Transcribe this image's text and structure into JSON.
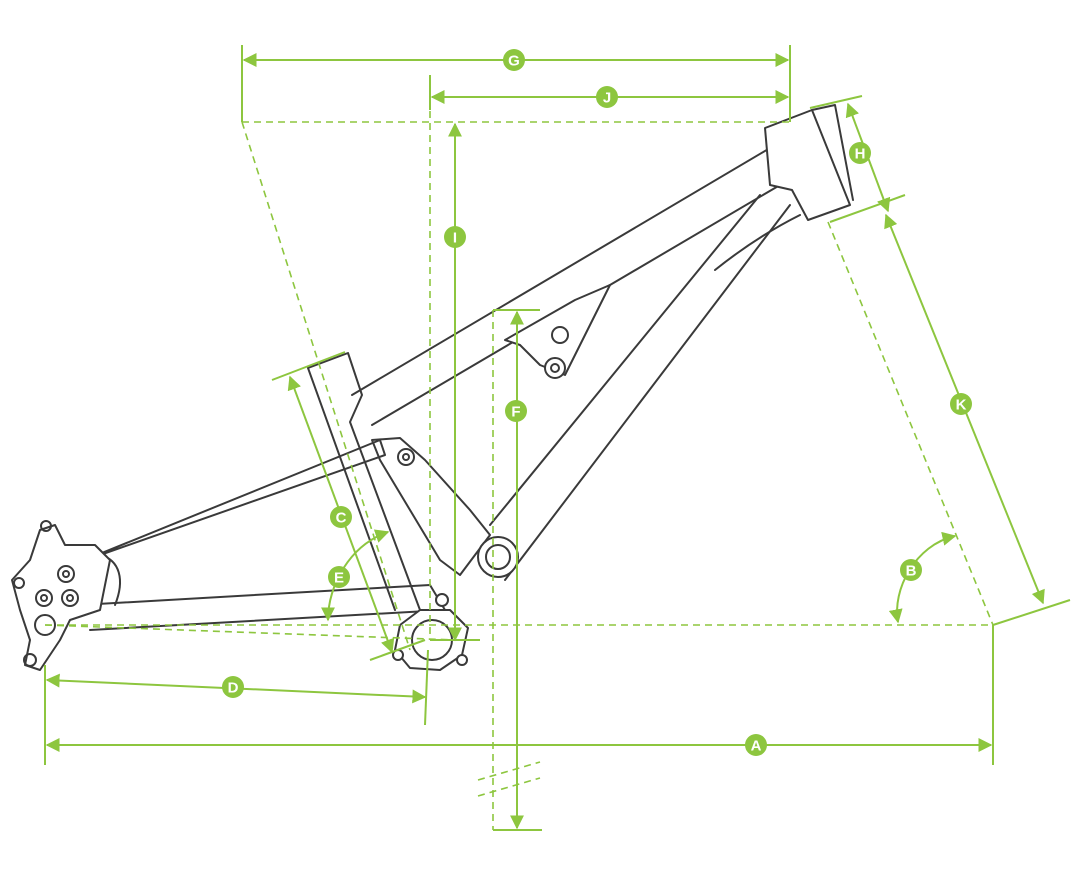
{
  "colors": {
    "dimension": "#8dc63f",
    "frame": "#3a3a3a",
    "background": "#ffffff"
  },
  "labels": {
    "a": "A",
    "b": "B",
    "c": "C",
    "d": "D",
    "e": "E",
    "f": "F",
    "g": "G",
    "h": "H",
    "i": "I",
    "j": "J",
    "k": "K"
  }
}
